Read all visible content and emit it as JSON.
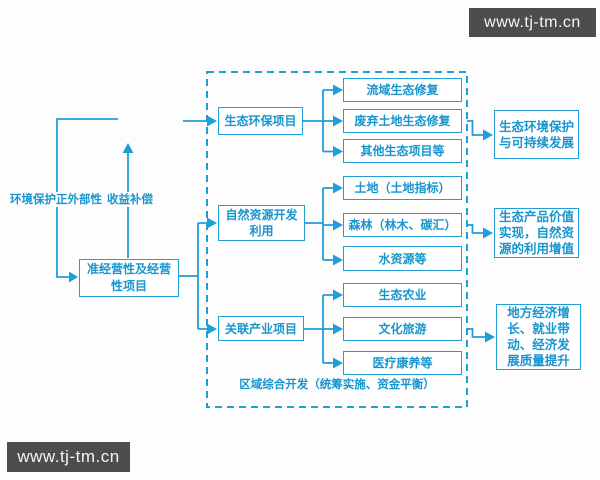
{
  "watermarks": {
    "top_right": "www.tj-tm.cn",
    "bottom_left": "www.tj-tm.cn"
  },
  "colors": {
    "accent": "#1f9ed7",
    "text_blue": "#1795cf",
    "watermark_bg": "#4d4d4d",
    "watermark_text": "#f5f5f5",
    "background": "#fdfdfd"
  },
  "left_flow": {
    "externality_label": "环境保护正外部性",
    "compensation_label": "收益补偿",
    "project_box": "准经营性及经营\n性项目"
  },
  "zone": {
    "caption": "区域综合开发（统筹实施、资金平衡）"
  },
  "categories": [
    {
      "label": "生态环保项目",
      "items": [
        "流域生态修复",
        "废弃土地生态修复",
        "其他生态项目等"
      ],
      "outcome": "生态环境保护\n与可持续发展"
    },
    {
      "label": "自然资源开发\n利用",
      "items": [
        "土地（土地指标）",
        "森林（林木、碳汇）",
        "水资源等"
      ],
      "outcome": "生态产品价值\n实现，自然资\n源的利用增值"
    },
    {
      "label": "关联产业项目",
      "items": [
        "生态农业",
        "文化旅游",
        "医疗康养等"
      ],
      "outcome": "地方经济增\n长、就业带\n动、经济发\n展质量提升"
    }
  ]
}
